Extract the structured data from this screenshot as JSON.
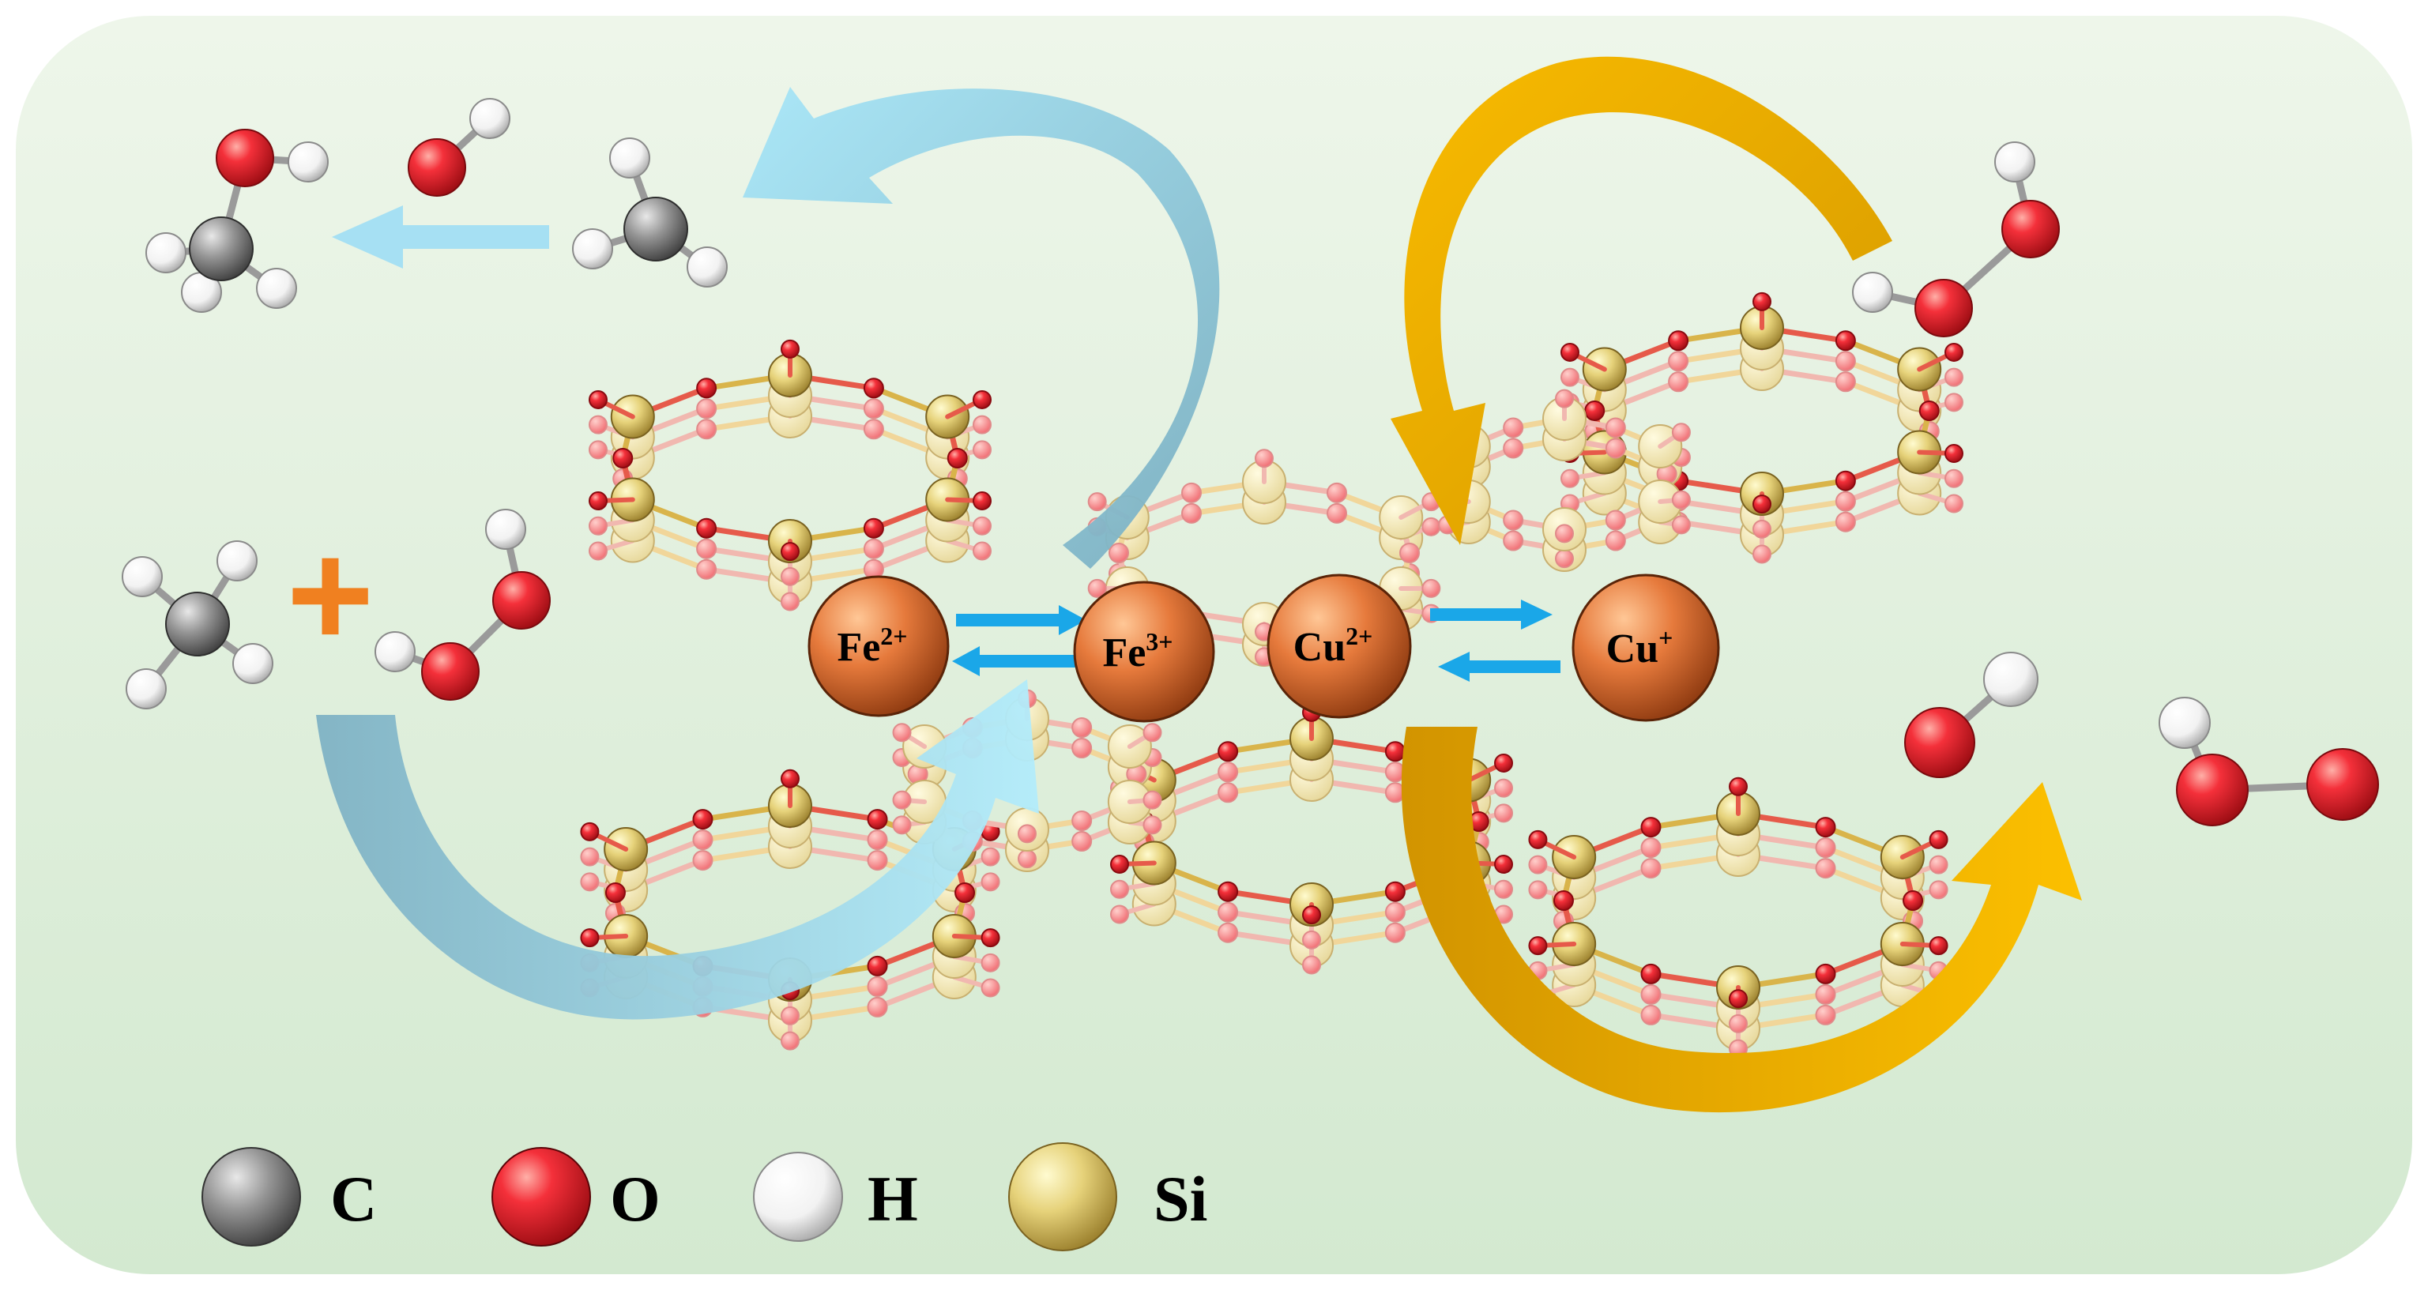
{
  "ions": {
    "fe2": {
      "base": "Fe",
      "sup": "2+"
    },
    "fe3": {
      "base": "Fe",
      "sup": "3+"
    },
    "cu2": {
      "base": "Cu",
      "sup": "2+"
    },
    "cu1": {
      "base": "Cu",
      "sup": "+"
    }
  },
  "plus_sign": "+",
  "legend": {
    "items": [
      {
        "label": "C",
        "icon": "carbon-atom-icon",
        "color": "#8a8a8a"
      },
      {
        "label": "O",
        "icon": "oxygen-atom-icon",
        "color": "#e8232b"
      },
      {
        "label": "H",
        "icon": "hydrogen-atom-icon",
        "color": "#ffffff"
      },
      {
        "label": "Si",
        "icon": "silicon-atom-icon",
        "color": "#efe07a"
      }
    ]
  },
  "colors": {
    "background": "#d8ecd6",
    "fe_cycle_light": "#a9e4f6",
    "fe_cycle_dark": "#7fb4c6",
    "cu_cycle_light": "#f8b800",
    "cu_cycle_dark": "#d69a00",
    "equilibrium_arrow": "#1aa7e8",
    "plus": "#f08020",
    "metal_ion": "#e0753a"
  }
}
